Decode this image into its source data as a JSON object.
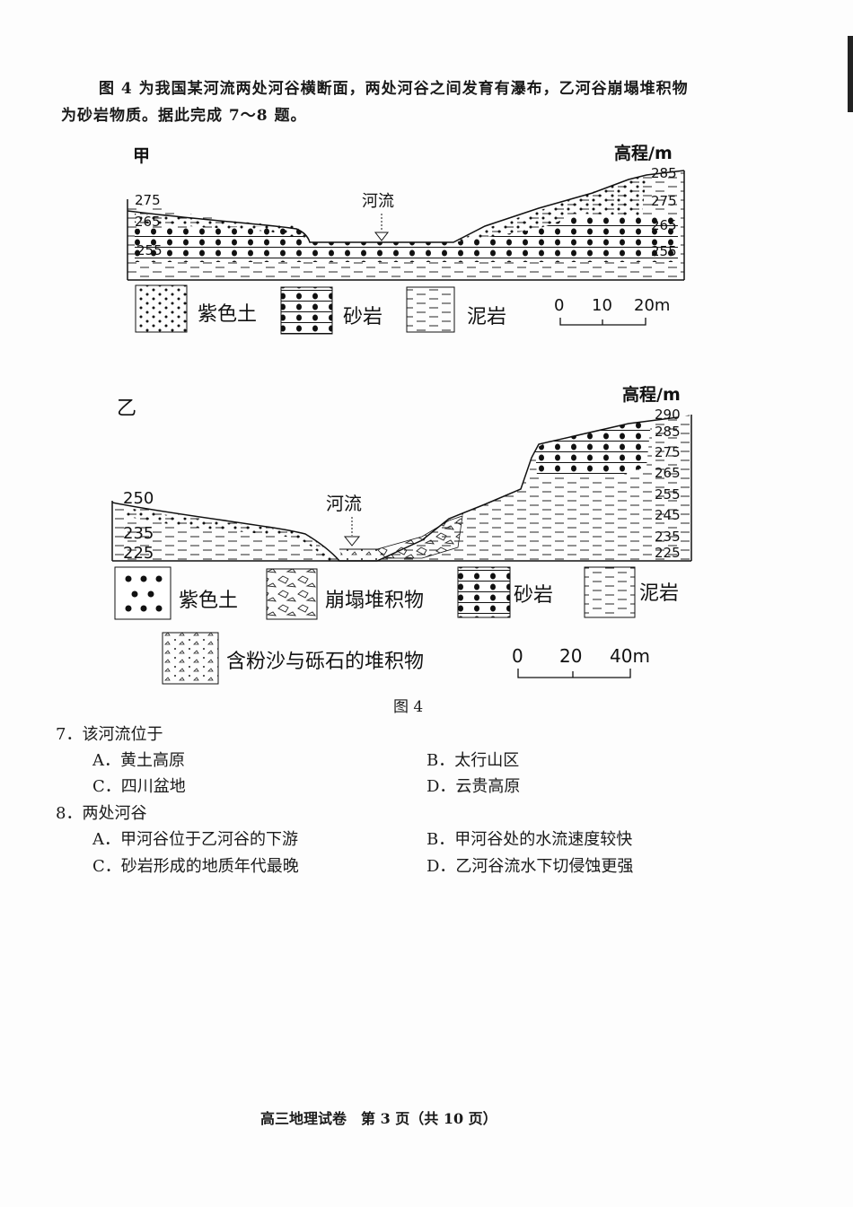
{
  "intro": {
    "line1": "图 4 为我国某河流两处河谷横断面，两处河谷之间发育有瀑布，乙河谷崩塌堆积物",
    "line2": "为砂岩物质。据此完成 7～8 题。"
  },
  "figure_a": {
    "label": "甲",
    "axis_title": "高程/m",
    "river_label": "河流",
    "left_ticks": [
      "275",
      "265",
      "255"
    ],
    "right_ticks": [
      "285",
      "275",
      "265",
      "255"
    ],
    "legend": [
      "紫色土",
      "砂岩",
      "泥岩"
    ],
    "scale": [
      "0",
      "10",
      "20m"
    ]
  },
  "figure_b": {
    "label": "乙",
    "axis_title": "高程/m",
    "river_label": "河流",
    "left_ticks": [
      "250",
      "235",
      "225"
    ],
    "right_ticks": [
      "290",
      "285",
      "275",
      "265",
      "255",
      "245",
      "235",
      "225"
    ],
    "legend": [
      "紫色土",
      "崩塌堆积物",
      "砂岩",
      "泥岩",
      "含粉沙与砾石的堆积物"
    ],
    "scale": [
      "0",
      "20",
      "40m"
    ]
  },
  "caption": "图 4",
  "questions": [
    {
      "stem": "7．该河流位于",
      "options": [
        "A．黄土高原",
        "B．太行山区",
        "C．四川盆地",
        "D．云贵高原"
      ]
    },
    {
      "stem": "8．两处河谷",
      "options": [
        "A．甲河谷位于乙河谷的下游",
        "B．甲河谷处的水流速度较快",
        "C．砂岩形成的地质年代最晚",
        "D．乙河谷流水下切侵蚀更强"
      ]
    }
  ],
  "footer": "高三地理试卷　第 3 页（共 10 页）"
}
